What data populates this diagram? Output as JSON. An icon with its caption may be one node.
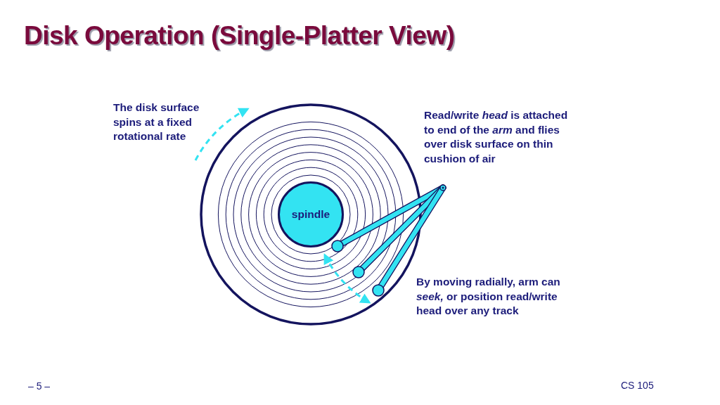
{
  "diagram": {
    "title": "Disk Operation (Single-Platter View)",
    "nodes": [
      {
        "text": [
          "spindle"
        ]
      }
    ],
    "labels": [
      "The disk surface spins at a fixed rotational rate",
      "Read/write *head* is attached to end of the *arm* and flies over disk surface on thin cushion of air",
      "By moving radially, arm can *seek,* or position read/write head over any track",
      "– 5 –",
      "CS 105"
    ]
  }
}
